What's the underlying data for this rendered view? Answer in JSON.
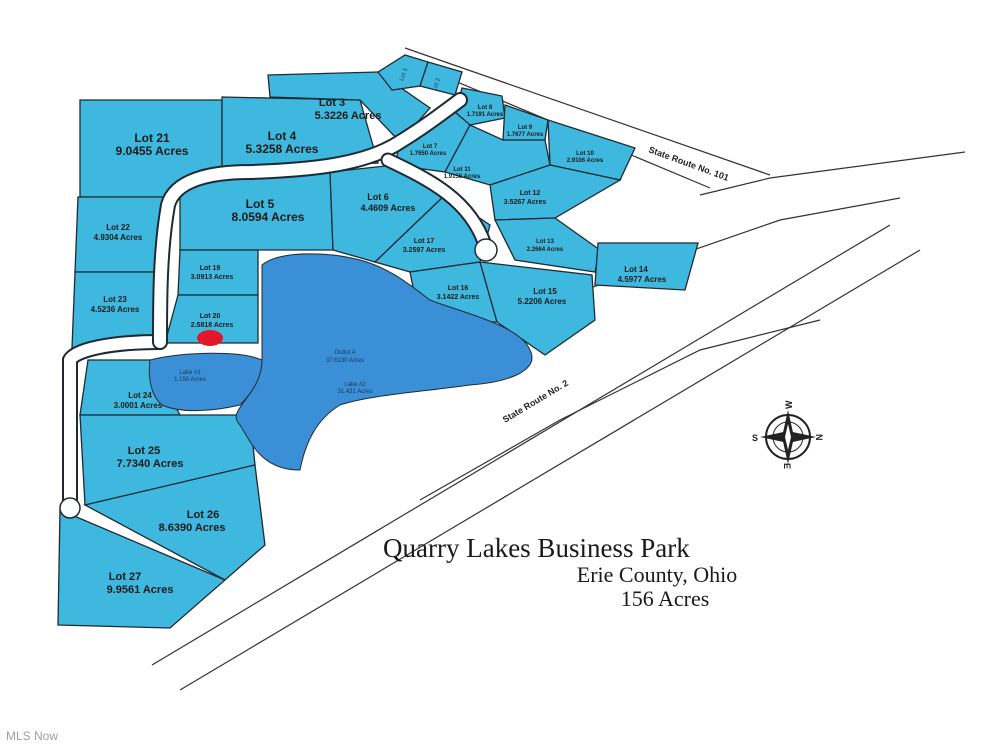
{
  "title": "Quarry Lakes Business Park",
  "county": "Erie County, Ohio",
  "acreage": "156 Acres",
  "watermark": "MLS Now",
  "colors": {
    "lot_fill": "#3fb8df",
    "lake_fill": "#3a8fd6",
    "road": "#ffffff",
    "line": "#1e2a33",
    "marker": "#e3172b"
  },
  "roads": {
    "sr2": "State Route No. 2",
    "sr101": "State Route No. 101"
  },
  "compass": {
    "n": "N",
    "s": "S",
    "e": "E",
    "w": "W"
  },
  "lots": {
    "lot1": {
      "name": "Lot 1"
    },
    "lot2": {
      "name": "Lot 2"
    },
    "lot3": {
      "name": "Lot 3",
      "acres": "5.3226 Acres"
    },
    "lot4": {
      "name": "Lot 4",
      "acres": "5.3258 Acres"
    },
    "lot5": {
      "name": "Lot 5",
      "acres": "8.0594 Acres"
    },
    "lot6": {
      "name": "Lot 6",
      "acres": "4.4609 Acres"
    },
    "lot7": {
      "name": "Lot 7",
      "acres": "1.7650 Acres"
    },
    "lot8": {
      "name": "Lot 8",
      "acres": "1.7191 Acres"
    },
    "lot9": {
      "name": "Lot 9",
      "acres": "1.7677 Acres"
    },
    "lot10": {
      "name": "Lot 10",
      "acres": "2.9106 Acres"
    },
    "lot11": {
      "name": "Lot 11",
      "acres": "1.9158 Acres"
    },
    "lot12": {
      "name": "Lot 12",
      "acres": "3.5267 Acres"
    },
    "lot13": {
      "name": "Lot 13",
      "acres": "2.2664 Acres"
    },
    "lot14": {
      "name": "Lot 14",
      "acres": "4.5977 Acres"
    },
    "lot15": {
      "name": "Lot 15",
      "acres": "5.2206 Acres"
    },
    "lot16": {
      "name": "Lot 16",
      "acres": "3.1422 Acres"
    },
    "lot17": {
      "name": "Lot 17",
      "acres": "3.2597 Acres"
    },
    "lot19": {
      "name": "Lot 19",
      "acres": "3.0913 Acres"
    },
    "lot20": {
      "name": "Lot 20",
      "acres": "2.5818 Acres"
    },
    "lot21": {
      "name": "Lot 21",
      "acres": "9.0455 Acres"
    },
    "lot22": {
      "name": "Lot 22",
      "acres": "4.9304 Acres"
    },
    "lot23": {
      "name": "Lot 23",
      "acres": "4.5236 Acres"
    },
    "lot24": {
      "name": "Lot 24",
      "acres": "3.0001 Acres"
    },
    "lot25": {
      "name": "Lot 25",
      "acres": "7.7340 Acres"
    },
    "lot26": {
      "name": "Lot 26",
      "acres": "8.6390 Acres"
    },
    "lot27": {
      "name": "Lot 27",
      "acres": "9.9561 Acres"
    }
  },
  "outlot": {
    "name": "Outlot A",
    "acres": "37.6130 Acres"
  },
  "lake_a": {
    "name": "Lake #1",
    "acres": "1.150 Acres"
  },
  "lake_b": {
    "name": "Lake #2",
    "acres": "31.431 Acres"
  }
}
